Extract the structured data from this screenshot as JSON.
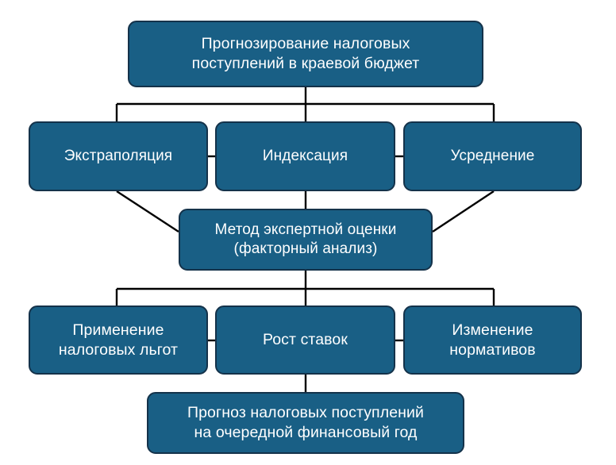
{
  "diagram": {
    "title_text": "Прогнозирование налоговых поступлений в краевой бюджет",
    "colors": {
      "node_fill": "#195F85",
      "node_border": "#14324a",
      "node_text": "#ffffff",
      "connector": "#000000",
      "background": "#ffffff"
    },
    "nodes": {
      "root": {
        "label": "Прогнозирование налоговых\nпоступлений в краевой бюджет"
      },
      "methods": [
        {
          "label": "Экстраполяция"
        },
        {
          "label": "Индексация"
        },
        {
          "label": "Усреднение"
        }
      ],
      "expert": {
        "label": "Метод экспертной оценки\n(факторный анализ)"
      },
      "factors": [
        {
          "label": "Применение\nналоговых льгот"
        },
        {
          "label": "Рост ставок"
        },
        {
          "label": "Изменение\nнормативов"
        }
      ],
      "result": {
        "label": "Прогноз налоговых поступлений\nна очередной финансовый год"
      }
    }
  }
}
